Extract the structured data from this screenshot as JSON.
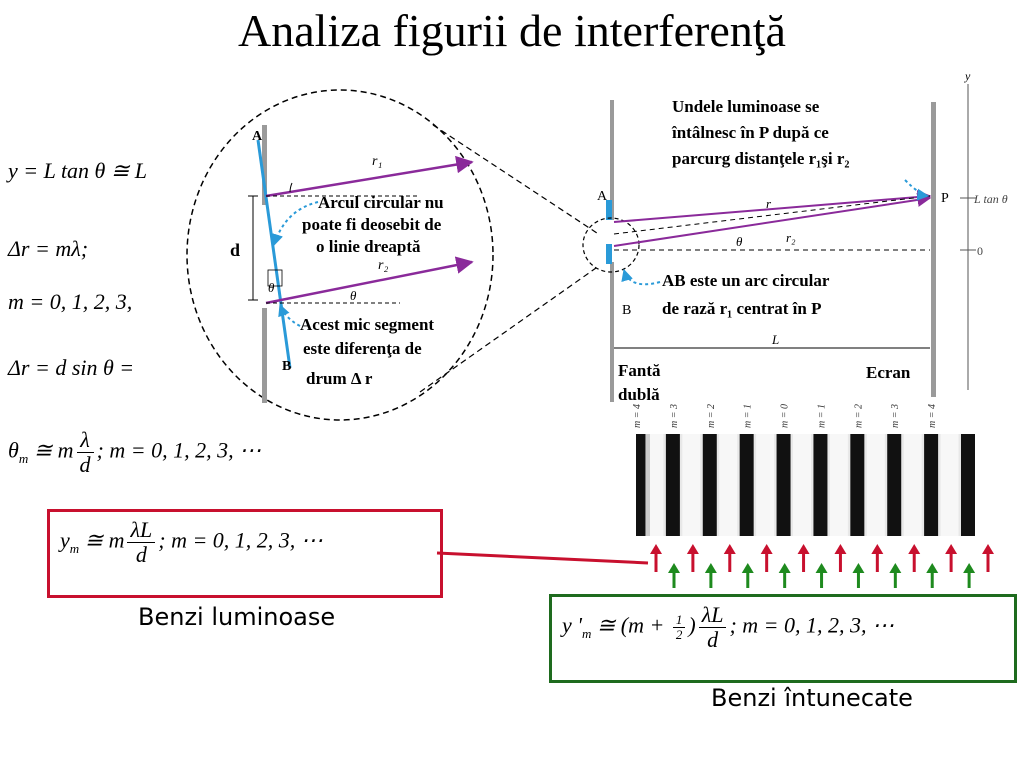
{
  "title": "Analiza figurii de interferenţă",
  "equations": {
    "eq1": "y = L tan θ ≅ L",
    "eq2": "Δr = mλ;",
    "eq3": "m = 0, 1, 2, 3,",
    "eq4": "Δr = d sin θ =",
    "eq5_lhs": "θ",
    "eq5_sub": "m",
    "eq5_mid": " ≅ m",
    "eq5_num": "λ",
    "eq5_den": "d",
    "eq5_tail": ";   m = 0, 1, 2, 3, ⋯",
    "bright_lhs": "y",
    "bright_sub": "m",
    "bright_mid": " ≅ m",
    "bright_num": "λL",
    "bright_den": "d",
    "bright_tail": ";   m = 0, 1, 2, 3, ⋯",
    "dark_lhs": "y '",
    "dark_sub": "m",
    "dark_mid": " ≅ (m + ",
    "dark_half_num": "1",
    "dark_half_den": "2",
    "dark_close": ")",
    "dark_num": "λL",
    "dark_den": "d",
    "dark_tail": ";   m = 0, 1, 2, 3, ⋯"
  },
  "captions": {
    "bright": "Benzi luminoase",
    "dark": "Benzi întunecate"
  },
  "circle_labels": {
    "A": "A",
    "B": "B",
    "d": "d",
    "r1": "r₁",
    "r2": "r₂",
    "theta1": "θ",
    "theta2": "θ",
    "note_arc_1": "Arcul circular nu",
    "note_arc_2": "poate  fi deosebit de",
    "note_arc_3": "o linie dreaptă",
    "note_seg_1": "Acest mic segment",
    "note_seg_2": "este diferenţa de",
    "note_seg_3": "drum  Δ r"
  },
  "setup_labels": {
    "A": "A",
    "B": "B",
    "P": "P",
    "r": "r",
    "r2": "r₂",
    "theta": "θ",
    "L": "L",
    "Ltan": "L tan θ",
    "zero": "0",
    "y": "y",
    "slit_1": "Fantă",
    "slit_2": "dublă",
    "screen": "Ecran",
    "note_meet_1": "Undele luminoase se",
    "note_meet_2": "întâlnesc în P după ce",
    "note_meet_3": "parcurg distanţele r₁şi r₂",
    "note_ab_1": "AB este un arc circular",
    "note_ab_2": "de rază r₁ centrat în P"
  },
  "fringe_labels": [
    "m = 4",
    "m = 3",
    "m = 2",
    "m = 1",
    "m = 0",
    "m = 1",
    "m = 2",
    "m = 3",
    "m = 4"
  ],
  "colors": {
    "red_box": "#c8102e",
    "green_box": "#1e6b1e",
    "red_arrow": "#c8102e",
    "green_arrow": "#1e8a1e",
    "ray": "#8a2a9a",
    "pointer": "#2a9ad8"
  }
}
